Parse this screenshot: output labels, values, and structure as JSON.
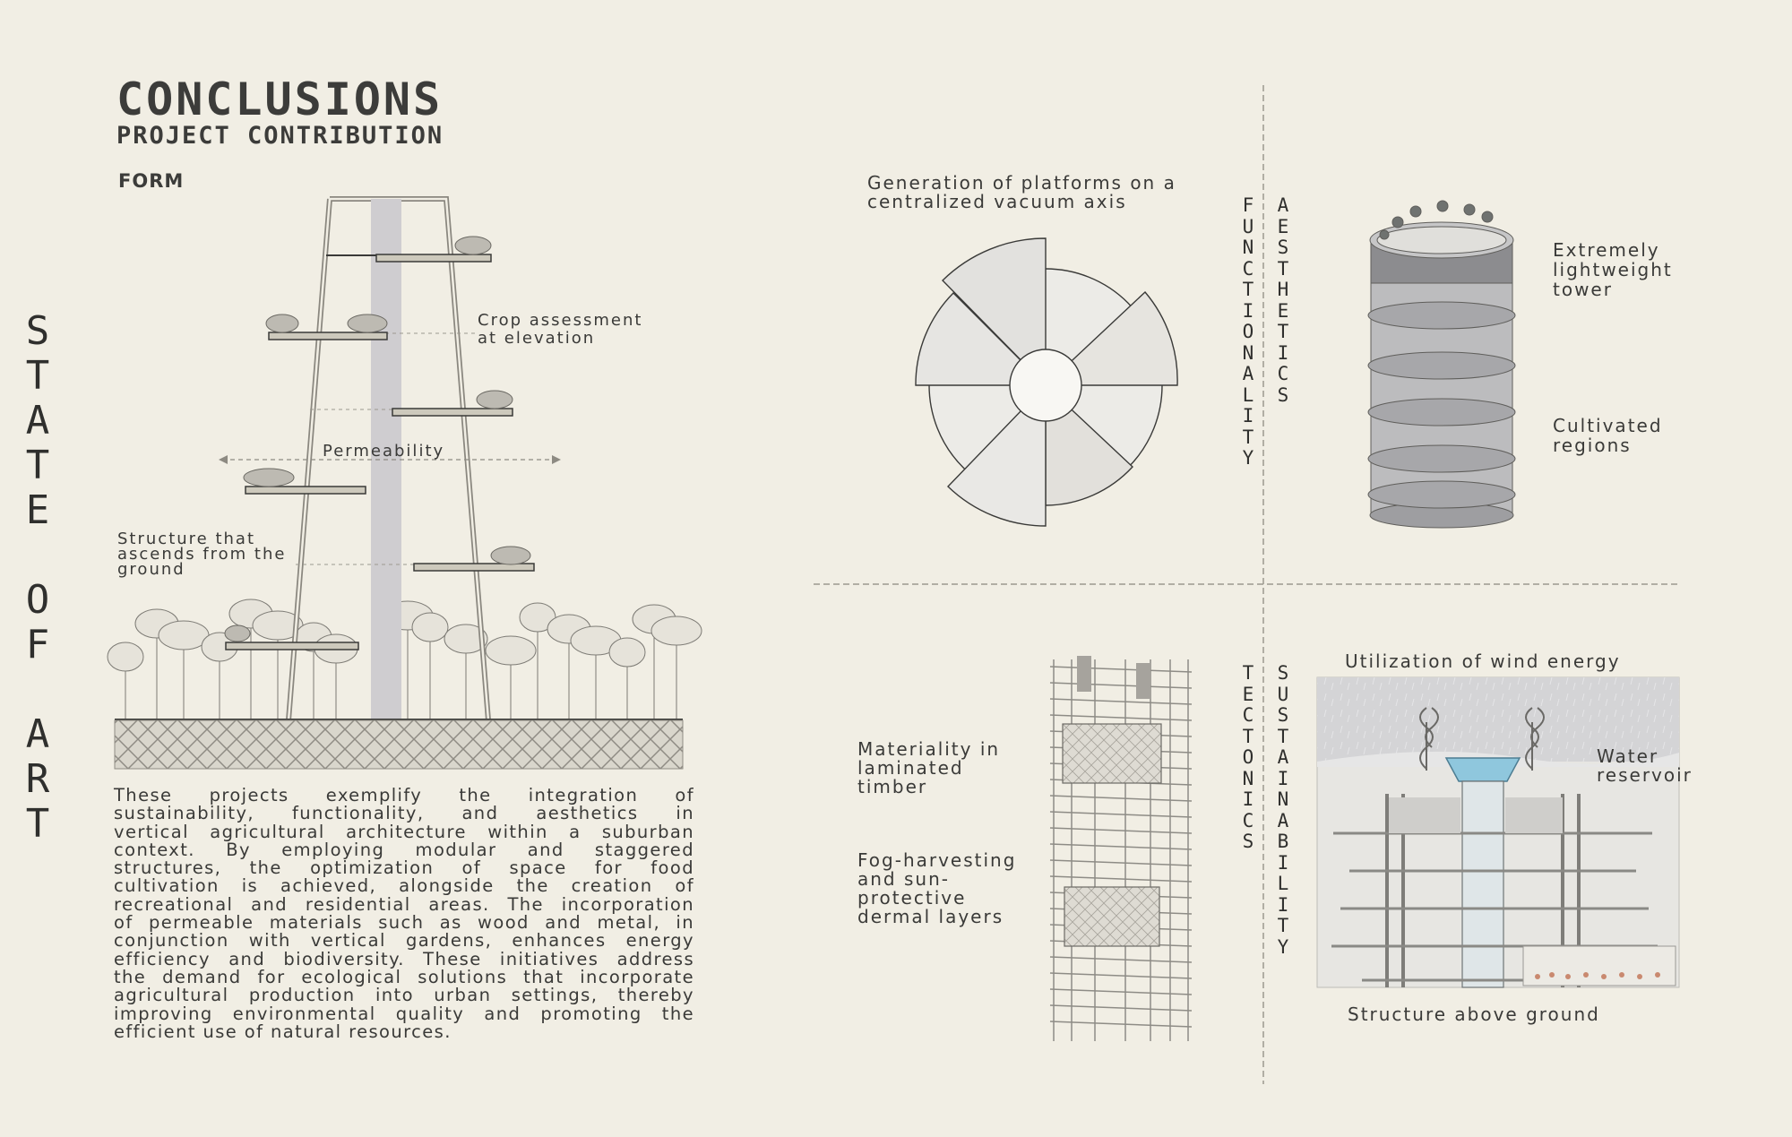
{
  "header": {
    "title": "CONCLUSIONS",
    "subtitle": "PROJECT CONTRIBUTION",
    "section_label": "FORM"
  },
  "side_title": [
    "S",
    "T",
    "A",
    "T",
    "E",
    "",
    "O",
    "F",
    "",
    "A",
    "R",
    "T"
  ],
  "form_diagram": {
    "annotations": {
      "crop_assessment": [
        "Crop assessment",
        "at elevation"
      ],
      "permeability": "Permeability",
      "structure": [
        "Structure that",
        "ascends from the",
        "ground"
      ]
    }
  },
  "paragraph_lines": [
    "These projects exemplify the integration of",
    "sustainability, functionality, and aesthetics in",
    "vertical agricultural architecture within a suburban",
    "context. By employing modular and staggered",
    "structures, the optimization of space for food",
    "cultivation is achieved, alongside the creation of",
    "recreational and residential areas. The incorporation",
    "of permeable materials such as wood and metal, in",
    "conjunction with vertical gardens, enhances energy",
    "efficiency and biodiversity. These initiatives address",
    "the demand for ecological solutions that incorporate",
    "agricultural production into urban settings, thereby",
    "improving environmental quality and promoting the",
    "efficient use of natural resources."
  ],
  "categories": {
    "functionality": "FUNCTIONALITY",
    "aesthetics": "AESTHETICS",
    "tectonics": "TECTONICS",
    "sustainability": "SUSTAINABILITY"
  },
  "quadrants": {
    "platforms": [
      "Generation of platforms on a",
      "centralized vacuum axis"
    ],
    "lightweight": [
      "Extremely",
      "lightweight",
      "tower"
    ],
    "cultivated": [
      "Cultivated",
      "regions"
    ],
    "materiality": [
      "Materiality in",
      "laminated",
      "timber"
    ],
    "fog": [
      "Fog-harvesting",
      "and sun-",
      "protective",
      "dermal layers"
    ],
    "wind": "Utilization of wind energy",
    "water": [
      "Water",
      "reservoir"
    ],
    "structure_above": "Structure above ground"
  }
}
